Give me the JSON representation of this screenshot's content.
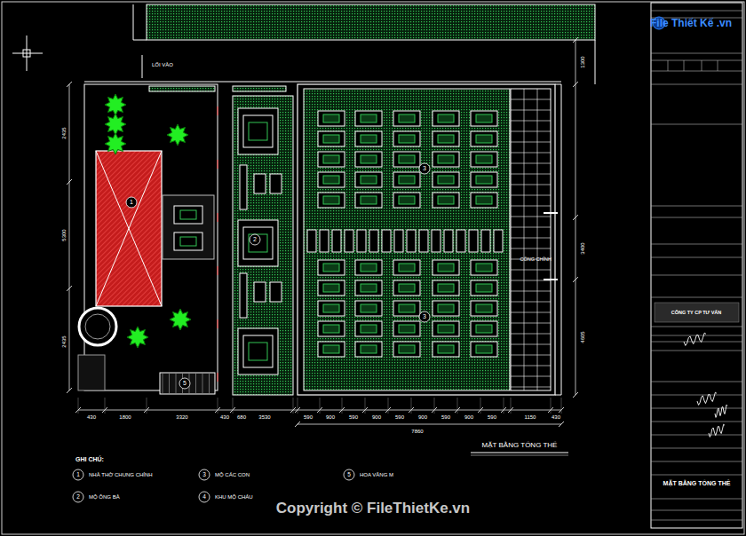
{
  "diagram": {
    "title": "MẶT BẰNG TỔNG THỂ",
    "nodes": [
      {
        "text": [
          "MẶT BẰNG TỔNG THỂ"
        ]
      }
    ],
    "labels": [
      "File Thiết Kế .vn",
      "LỐI VÀO",
      "CỔNG CHÍNH",
      "1",
      "2",
      "3",
      "3",
      "5",
      "430",
      "1800",
      "3320",
      "430",
      "680",
      "3530",
      "590",
      "900",
      "590",
      "900",
      "590",
      "900",
      "590",
      "900",
      "590",
      "1150",
      "430",
      "7860",
      "2435",
      "5300",
      "2435",
      "1300",
      "3400",
      "4605",
      "GHI CHÚ:",
      "1",
      "3",
      "5",
      "2",
      "4",
      "CÔNG TY CP TƯ VẤN",
      "Copyright © FileThietKe.vn"
    ],
    "legend": [
      {
        "text": "NHÀ THỜ CHUNG CHÍNH"
      },
      {
        "text": "MỘ CÁC CON"
      },
      {
        "text": "HOA VĂNG M"
      },
      {
        "text": "MỘ ÔNG BÀ"
      },
      {
        "text": "KHU MỘ CHÁU"
      }
    ]
  }
}
